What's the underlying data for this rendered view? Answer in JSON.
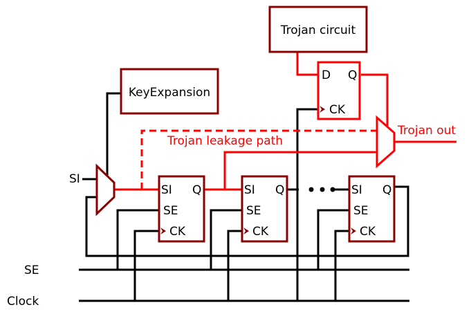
{
  "blocks": {
    "trojan_circuit": "Trojan circuit",
    "key_expansion": "KeyExpansion"
  },
  "trojan_ff": {
    "d": "D",
    "q": "Q",
    "ck": "CK"
  },
  "scan_ffs": [
    {
      "si": "SI",
      "q": "Q",
      "se": "SE",
      "ck": "CK"
    },
    {
      "si": "SI",
      "q": "Q",
      "se": "SE",
      "ck": "CK"
    },
    {
      "si": "SI",
      "q": "Q",
      "se": "SE",
      "ck": "CK"
    }
  ],
  "labels": {
    "si_input": "SI",
    "trojan_out": "Trojan out",
    "leakage_path": "Trojan leakage path",
    "se_line": "SE",
    "clock_line": "Clock"
  },
  "colors": {
    "trojan": "#ff0000",
    "block_border": "#8b0000",
    "wire": "#000000"
  }
}
